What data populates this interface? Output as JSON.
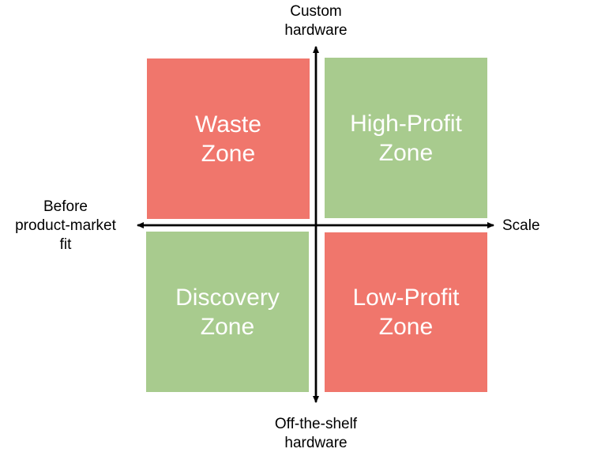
{
  "diagram": {
    "quadrants": {
      "top_left": {
        "label": "Waste\nZone",
        "color": "#f0766c"
      },
      "top_right": {
        "label": "High-Profit\nZone",
        "color": "#a8cb8e"
      },
      "bottom_left": {
        "label": "Discovery\nZone",
        "color": "#a8cb8e"
      },
      "bottom_right": {
        "label": "Low-Profit\nZone",
        "color": "#f0766c"
      }
    },
    "axes": {
      "top": "Custom\nhardware",
      "bottom": "Off-the-shelf\nhardware",
      "left": "Before\nproduct-market\nfit",
      "right": "Scale"
    },
    "colors": {
      "red_zone": "#f0766c",
      "green_zone": "#a8cb8e",
      "axis": "#000000",
      "zone_text": "#ffffff"
    }
  }
}
